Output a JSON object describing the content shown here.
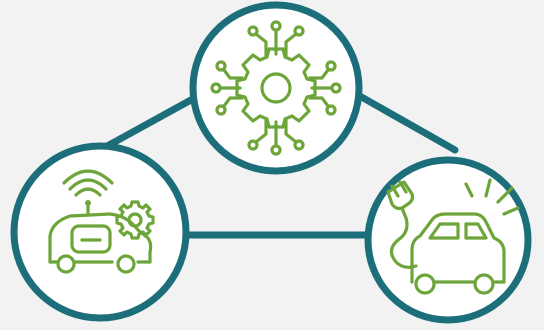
{
  "diagram": {
    "background_color": "#f2f2f2",
    "ring_color": "#1c6e7a",
    "icon_color": "#6ea53a",
    "nodes": [
      {
        "id": "technology",
        "icon": "circuit-gear-icon"
      },
      {
        "id": "autonomous",
        "icon": "autonomous-car-icon"
      },
      {
        "id": "electric",
        "icon": "electric-car-icon"
      }
    ],
    "links": [
      [
        "technology",
        "autonomous"
      ],
      [
        "technology",
        "electric"
      ],
      [
        "autonomous",
        "electric"
      ]
    ]
  }
}
